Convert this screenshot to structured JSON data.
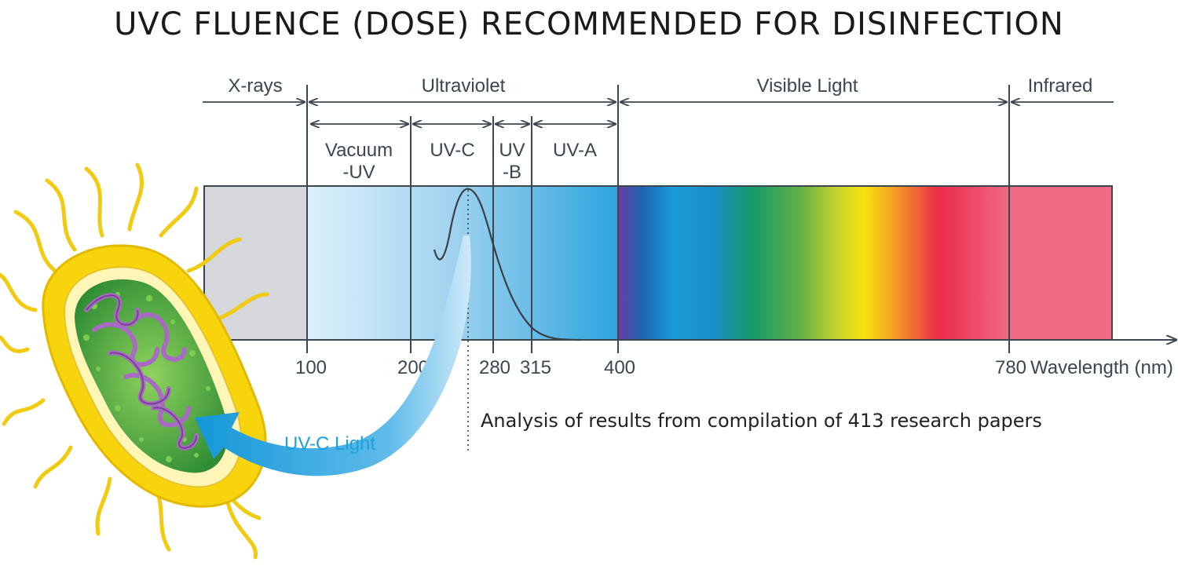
{
  "title": "UVC FLUENCE (DOSE) RECOMMENDED FOR  DISINFECTION",
  "note": "Analysis of results from compilation of 413 research papers",
  "regions": {
    "xrays": "X-rays",
    "ultraviolet": "Ultraviolet",
    "visible": "Visible Light",
    "infrared": "Infrared"
  },
  "uv_bands": {
    "vacuum_line1": "Vacuum",
    "vacuum_line2": "-UV",
    "uvc": "UV-C",
    "uvb_line1": "UV",
    "uvb_line2": "-B",
    "uva": "UV-A"
  },
  "ticks": [
    "100",
    "200",
    "280",
    "315",
    "400",
    "780"
  ],
  "axis_label": "Wavelength (nm)",
  "uvc_light_label": "UV-C Light",
  "colors": {
    "line": "#3b4650",
    "xray_fill": "#d6d7db",
    "uv_light": "#dcf0fa",
    "uv_mid": "#9fd1ef",
    "uv_dark": "#2fa3dc",
    "infrared": "#ef6b85",
    "arrow_blue": "#1ea0dc",
    "bacteria_yellow": "#f5d20a",
    "bacteria_green": "#3a9a3a",
    "dna_purple": "#9b5fb4"
  }
}
